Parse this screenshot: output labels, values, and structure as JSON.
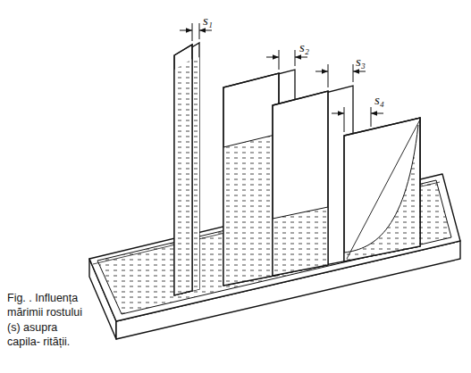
{
  "diagram": {
    "caption": "Fig. . Influența mărimii rostului (s) asupra capila- rității.",
    "labels": [
      "s₁",
      "s₂",
      "s₃",
      "s₄"
    ]
  }
}
